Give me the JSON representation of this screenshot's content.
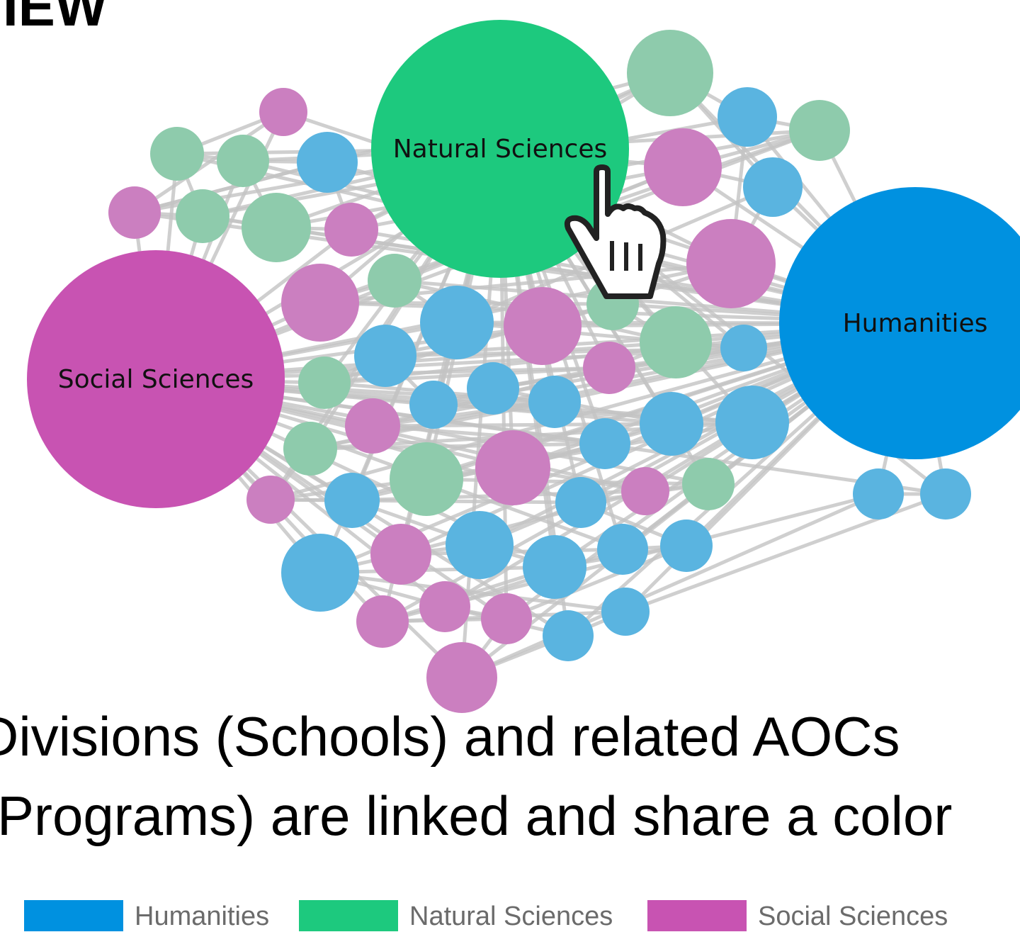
{
  "slide": {
    "title": "VIEW",
    "caption_line1": "Divisions (Schools) and related AOCs",
    "caption_line2": "(Programs)  are linked and share a color"
  },
  "colors": {
    "humanities_division": "#0091E0",
    "natural_division": "#1DC97E",
    "social_division": "#C853B2",
    "humanities_program": "#5AB4E0",
    "natural_program": "#8ECBAC",
    "social_program": "#CB7FC0",
    "edge": "#C3C3C3"
  },
  "divisions": [
    {
      "name": "Natural Sciences",
      "group": "natural"
    },
    {
      "name": "Social Sciences",
      "group": "social"
    },
    {
      "name": "Humanities",
      "group": "humanities"
    }
  ],
  "legend": [
    {
      "label": "Humanities",
      "color": "#0091E0"
    },
    {
      "label": "Natural Sciences",
      "color": "#1DC97E"
    },
    {
      "label": "Social Sciences",
      "color": "#C853B2"
    }
  ],
  "cursor": {
    "icon": "hand-pointer-icon"
  }
}
